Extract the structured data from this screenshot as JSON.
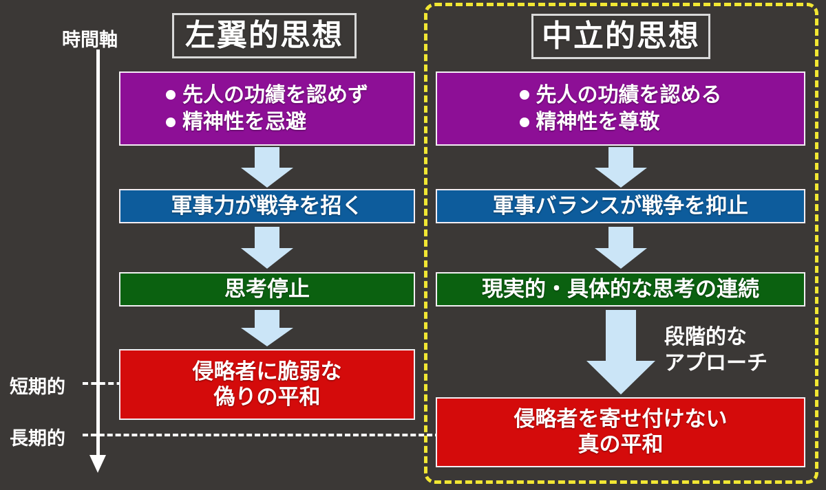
{
  "timeline": {
    "axis_label": "時間軸",
    "short_term_label": "短期的",
    "long_term_label": "長期的"
  },
  "columns": [
    {
      "id": "left",
      "header": "左翼的思想",
      "steps": [
        {
          "type": "bullets",
          "color": "#8d0f96",
          "items": [
            "先人の功績を認めず",
            "精神性を忌避"
          ]
        },
        {
          "type": "single",
          "color": "#0d5c9c",
          "text": "軍事力が戦争を招く"
        },
        {
          "type": "single",
          "color": "#0b6110",
          "text": "思考停止"
        },
        {
          "type": "multi",
          "color": "#d40b0b",
          "lines": [
            "侵略者に脆弱な",
            "偽りの平和"
          ]
        }
      ]
    },
    {
      "id": "right",
      "header": "中立的思想",
      "steps": [
        {
          "type": "bullets",
          "color": "#8d0f96",
          "items": [
            "先人の功績を認める",
            "精神性を尊敬"
          ]
        },
        {
          "type": "single",
          "color": "#0d5c9c",
          "text": "軍事バランスが戦争を抑止"
        },
        {
          "type": "single",
          "color": "#0b6110",
          "text": "現実的・具体的な思考の連続"
        },
        {
          "type": "multi",
          "color": "#d40b0b",
          "lines": [
            "侵略者を寄せ付けない",
            "真の平和"
          ]
        }
      ]
    }
  ],
  "annotations": {
    "stepwise_approach": "段階的な\nアプローチ"
  },
  "colors": {
    "background": "#3b3836",
    "highlight_frame": "#f2e733",
    "arrow": "#cbe5f7",
    "purple": "#8d0f96",
    "blue": "#0d5c9c",
    "green": "#0b6110",
    "red": "#d40b0b",
    "text": "#ffffff"
  }
}
